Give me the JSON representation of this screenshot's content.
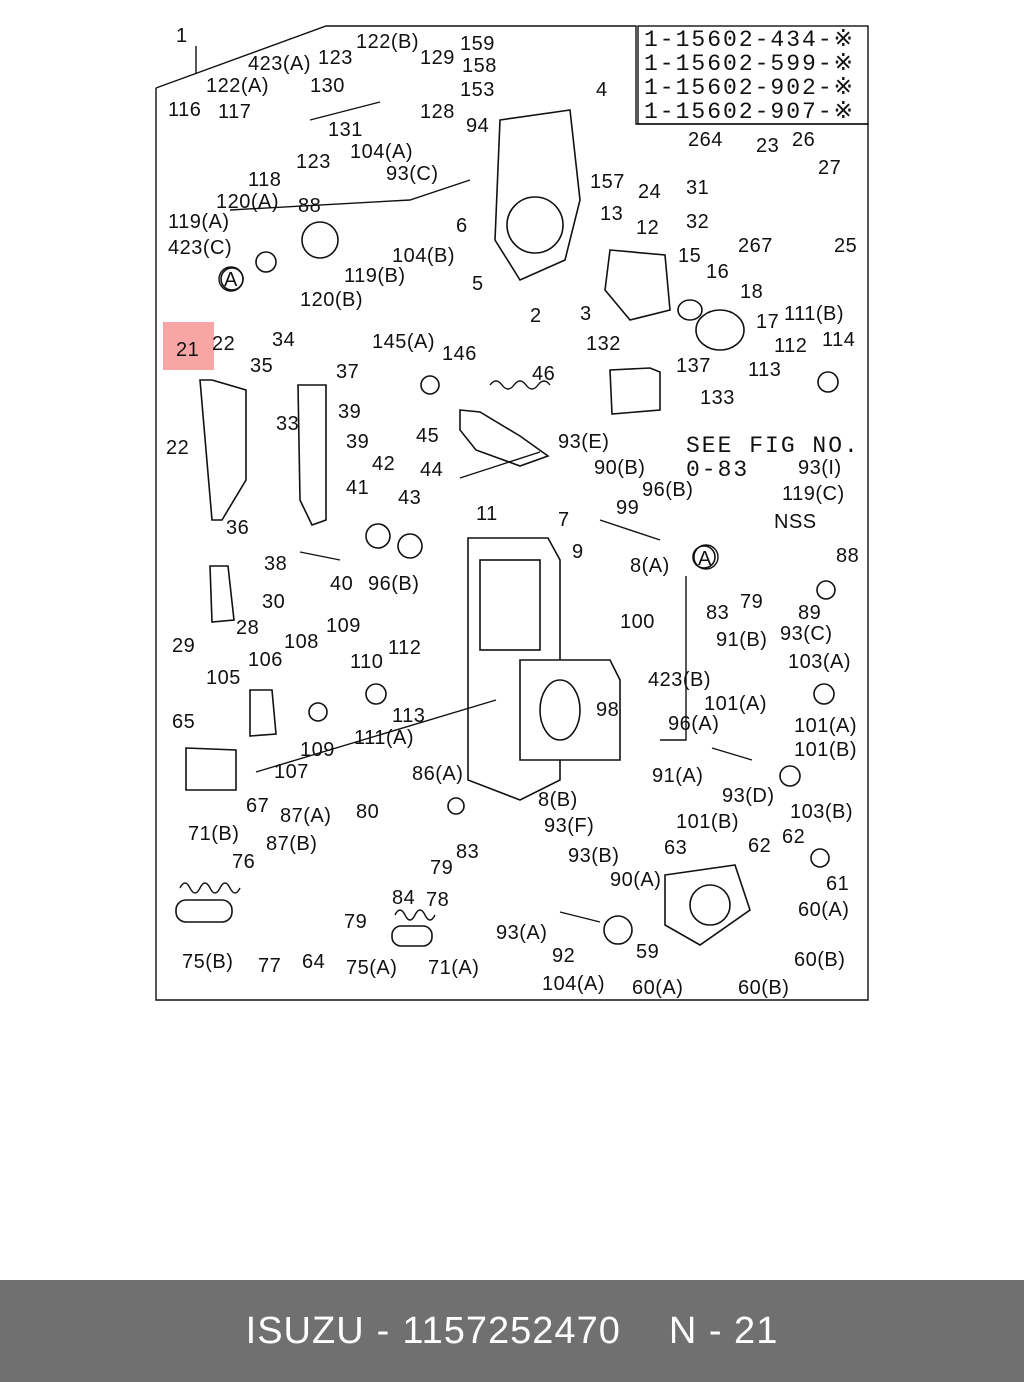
{
  "diagram": {
    "highlight_color": "#f7a5a5",
    "highlighted_label": "21",
    "part_numbers": [
      "1-15602-434-※",
      "1-15602-599-※",
      "1-15602-902-※",
      "1-15602-907-※"
    ],
    "see_fig_text": [
      "SEE FIG NO.",
      "0-83"
    ],
    "callouts": [
      {
        "text": "1"
      },
      {
        "text": "423(A)"
      },
      {
        "text": "123"
      },
      {
        "text": "122(B)"
      },
      {
        "text": "129"
      },
      {
        "text": "159"
      },
      {
        "text": "158"
      },
      {
        "text": "153"
      },
      {
        "text": "122(A)"
      },
      {
        "text": "130"
      },
      {
        "text": "128"
      },
      {
        "text": "116"
      },
      {
        "text": "117"
      },
      {
        "text": "131"
      },
      {
        "text": "94"
      },
      {
        "text": "104(A)"
      },
      {
        "text": "93(C)"
      },
      {
        "text": "118"
      },
      {
        "text": "123"
      },
      {
        "text": "120(A)"
      },
      {
        "text": "119(A)"
      },
      {
        "text": "88"
      },
      {
        "text": "423(C)"
      },
      {
        "text": "104(B)"
      },
      {
        "text": "119(B)"
      },
      {
        "text": "120(B)"
      },
      {
        "text": "6"
      },
      {
        "text": "5"
      },
      {
        "text": "2"
      },
      {
        "text": "3"
      },
      {
        "text": "4"
      },
      {
        "text": "157"
      },
      {
        "text": "24"
      },
      {
        "text": "264"
      },
      {
        "text": "23"
      },
      {
        "text": "26"
      },
      {
        "text": "27"
      },
      {
        "text": "31"
      },
      {
        "text": "32"
      },
      {
        "text": "267"
      },
      {
        "text": "25"
      },
      {
        "text": "13"
      },
      {
        "text": "12"
      },
      {
        "text": "15"
      },
      {
        "text": "16"
      },
      {
        "text": "18"
      },
      {
        "text": "17"
      },
      {
        "text": "111(B)"
      },
      {
        "text": "112"
      },
      {
        "text": "114"
      },
      {
        "text": "113"
      },
      {
        "text": "22"
      },
      {
        "text": "34"
      },
      {
        "text": "35"
      },
      {
        "text": "37"
      },
      {
        "text": "22"
      },
      {
        "text": "33"
      },
      {
        "text": "39"
      },
      {
        "text": "39"
      },
      {
        "text": "145(A)"
      },
      {
        "text": "146"
      },
      {
        "text": "46"
      },
      {
        "text": "132"
      },
      {
        "text": "137"
      },
      {
        "text": "133"
      },
      {
        "text": "45"
      },
      {
        "text": "93(E)"
      },
      {
        "text": "90(B)"
      },
      {
        "text": "96(B)"
      },
      {
        "text": "99"
      },
      {
        "text": "93(I)"
      },
      {
        "text": "119(C)"
      },
      {
        "text": "NSS"
      },
      {
        "text": "42"
      },
      {
        "text": "41"
      },
      {
        "text": "44"
      },
      {
        "text": "43"
      },
      {
        "text": "36"
      },
      {
        "text": "38"
      },
      {
        "text": "40"
      },
      {
        "text": "96(B)"
      },
      {
        "text": "11"
      },
      {
        "text": "7"
      },
      {
        "text": "9"
      },
      {
        "text": "8(A)"
      },
      {
        "text": "88"
      },
      {
        "text": "83"
      },
      {
        "text": "79"
      },
      {
        "text": "89"
      },
      {
        "text": "30"
      },
      {
        "text": "29"
      },
      {
        "text": "28"
      },
      {
        "text": "100"
      },
      {
        "text": "91(B)"
      },
      {
        "text": "93(C)"
      },
      {
        "text": "103(A)"
      },
      {
        "text": "108"
      },
      {
        "text": "109"
      },
      {
        "text": "112"
      },
      {
        "text": "106"
      },
      {
        "text": "110"
      },
      {
        "text": "105"
      },
      {
        "text": "113"
      },
      {
        "text": "423(B)"
      },
      {
        "text": "98"
      },
      {
        "text": "101(A)"
      },
      {
        "text": "96(A)"
      },
      {
        "text": "101(A)"
      },
      {
        "text": "111(A)"
      },
      {
        "text": "109"
      },
      {
        "text": "107"
      },
      {
        "text": "65"
      },
      {
        "text": "86(A)"
      },
      {
        "text": "91(A)"
      },
      {
        "text": "101(B)"
      },
      {
        "text": "93(D)"
      },
      {
        "text": "67"
      },
      {
        "text": "8(B)"
      },
      {
        "text": "103(B)"
      },
      {
        "text": "87(A)"
      },
      {
        "text": "80"
      },
      {
        "text": "83"
      },
      {
        "text": "79"
      },
      {
        "text": "93(F)"
      },
      {
        "text": "101(B)"
      },
      {
        "text": "71(B)"
      },
      {
        "text": "87(B)"
      },
      {
        "text": "76"
      },
      {
        "text": "93(B)"
      },
      {
        "text": "63"
      },
      {
        "text": "62"
      },
      {
        "text": "62"
      },
      {
        "text": "84"
      },
      {
        "text": "78"
      },
      {
        "text": "90(A)"
      },
      {
        "text": "61"
      },
      {
        "text": "79"
      },
      {
        "text": "60(A)"
      },
      {
        "text": "93(A)"
      },
      {
        "text": "75(B)"
      },
      {
        "text": "77"
      },
      {
        "text": "64"
      },
      {
        "text": "75(A)"
      },
      {
        "text": "71(A)"
      },
      {
        "text": "92"
      },
      {
        "text": "59"
      },
      {
        "text": "60(B)"
      },
      {
        "text": "104(A)"
      },
      {
        "text": "60(A)"
      },
      {
        "text": "60(B)"
      },
      {
        "text": "A"
      },
      {
        "text": "A"
      }
    ]
  },
  "footer": {
    "brand": "ISUZU",
    "separator": "-",
    "part_number": "1157252470",
    "ref_text": "N - 21"
  }
}
